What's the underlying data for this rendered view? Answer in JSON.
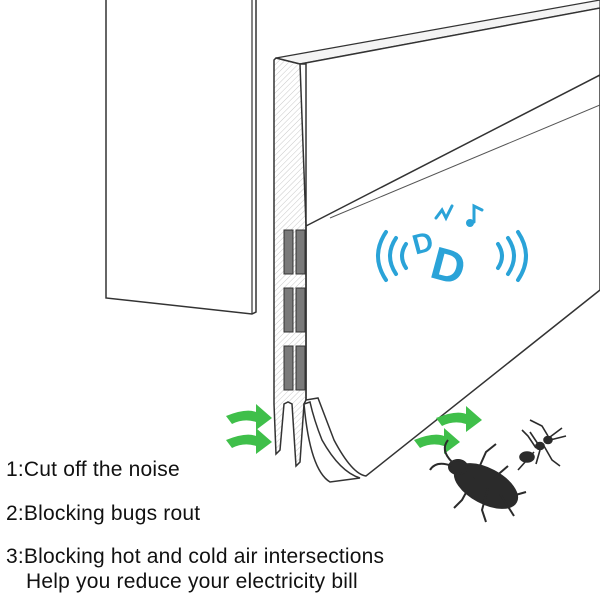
{
  "features": [
    {
      "number": "1:",
      "text": "Cut off the noise"
    },
    {
      "number": "2:",
      "text": "Blocking bugs rout"
    },
    {
      "number": "3:",
      "text": "Blocking hot and cold air intersections",
      "subtext": "Help you reduce your electricity bill"
    }
  ],
  "colors": {
    "accent_sound": "#2aa3d8",
    "airflow_arrow": "#3fbf4a",
    "outline": "#333333",
    "vent_slot": "#7a7a7a",
    "bug": "#2b2b2b"
  },
  "icons": [
    "door-sweep-strip",
    "noise-icon",
    "airflow-arrow-icon",
    "cockroach-icon",
    "ant-icon"
  ]
}
